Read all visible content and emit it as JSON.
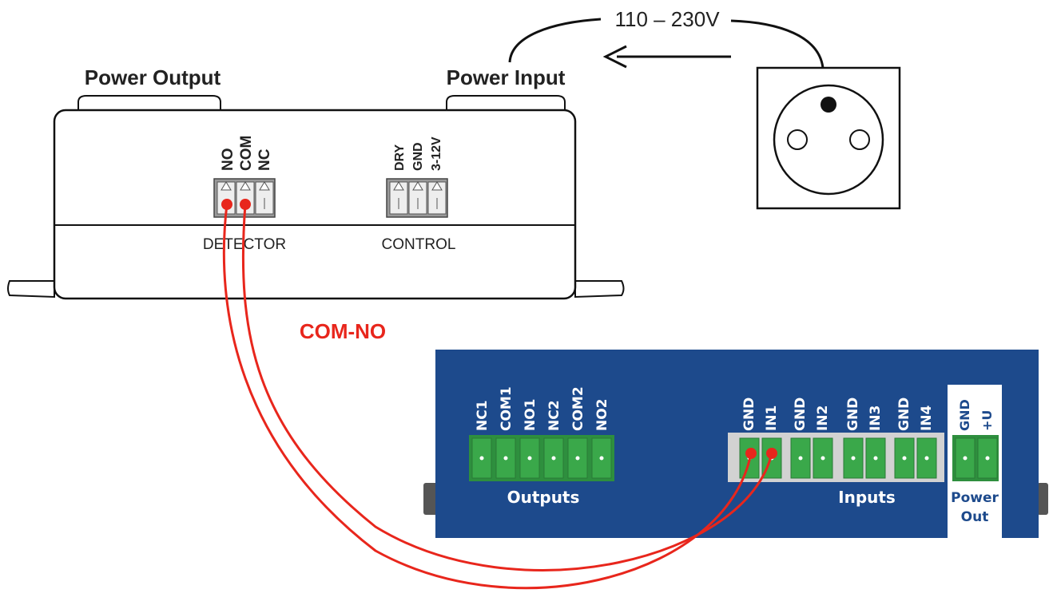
{
  "voltage_label": "110 – 230V",
  "detector_device": {
    "power_output_label": "Power Output",
    "power_input_label": "Power Input",
    "detector_terminals": [
      "NO",
      "COM",
      "NC"
    ],
    "control_terminals": [
      "DRY",
      "GND",
      "3-12V"
    ],
    "detector_label": "DETECTOR",
    "control_label": "CONTROL"
  },
  "wire_label": "COM-NO",
  "controller": {
    "output_terminals": [
      "NC1",
      "COM1",
      "NO1",
      "NC2",
      "COM2",
      "NO2"
    ],
    "outputs_label": "Outputs",
    "input_terminals": [
      "GND",
      "IN1",
      "GND",
      "IN2",
      "GND",
      "IN3",
      "GND",
      "IN4"
    ],
    "inputs_label": "Inputs",
    "power_out_terminals": [
      "GND",
      "+U"
    ],
    "power_out_label_line1": "Power",
    "power_out_label_line2": "Out"
  },
  "colors": {
    "wire": "#e8261c",
    "controller_body": "#1d4a8c",
    "terminal_green": "#3aa84a",
    "outline": "#222222"
  }
}
